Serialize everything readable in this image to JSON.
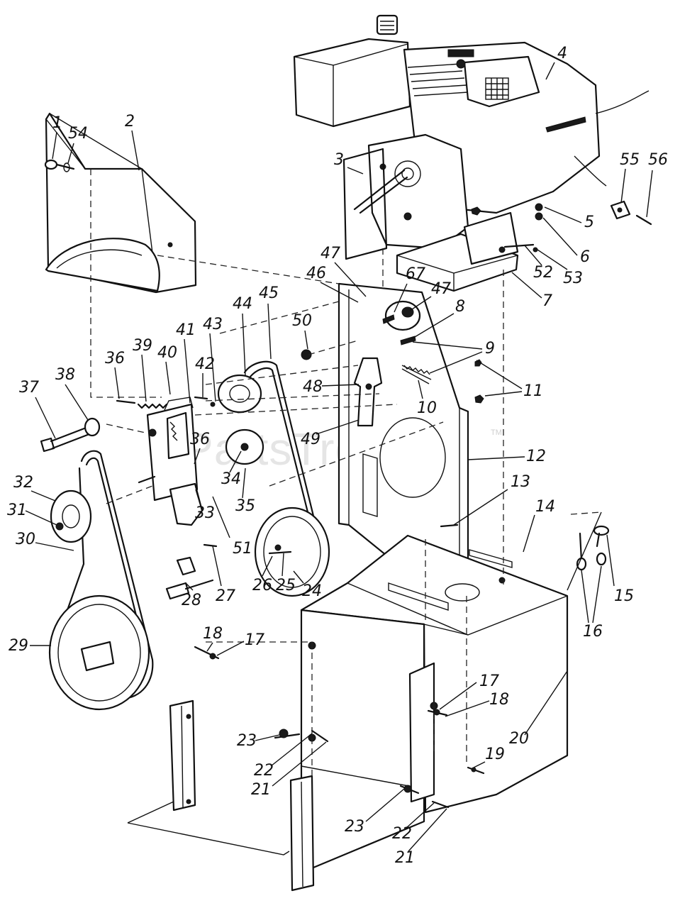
{
  "watermark": {
    "text": "PartsTree",
    "trademark": "TM"
  },
  "callouts": [
    "1",
    "54",
    "2",
    "3",
    "4",
    "55",
    "56",
    "5",
    "6",
    "52",
    "53",
    "7",
    "47",
    "46",
    "67",
    "47",
    "8",
    "50",
    "44",
    "45",
    "43",
    "42",
    "41",
    "40",
    "39",
    "36",
    "37",
    "38",
    "9",
    "11",
    "48",
    "10",
    "49",
    "12",
    "36",
    "34",
    "35",
    "32",
    "31",
    "30",
    "33",
    "51",
    "13",
    "14",
    "15",
    "16",
    "28",
    "27",
    "26",
    "25",
    "24",
    "29",
    "18",
    "17",
    "17",
    "18",
    "23",
    "22",
    "21",
    "20",
    "19",
    "23",
    "22",
    "21"
  ]
}
